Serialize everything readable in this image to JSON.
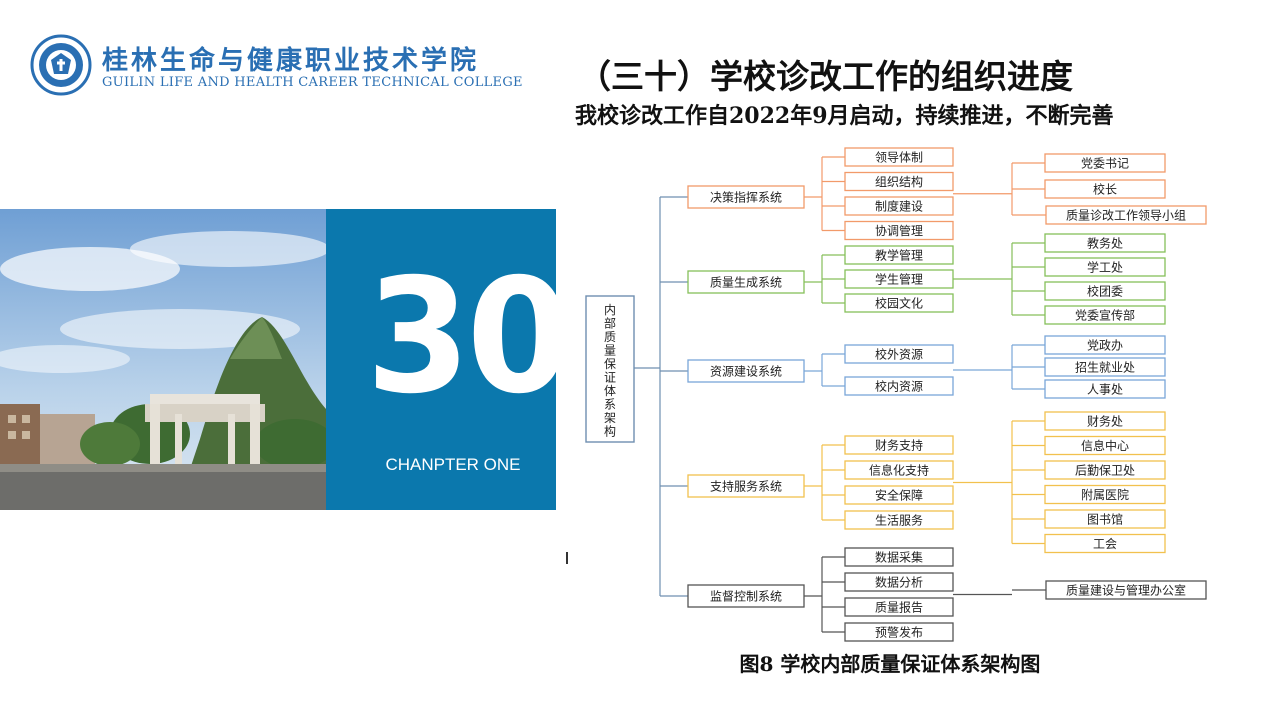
{
  "header": {
    "logo_cn": "桂林生命与健康职业技术学院",
    "logo_en": "GUILIN LIFE AND HEALTH CAREER TECHNICAL COLLEGE",
    "title": "（三十）学校诊改工作的组织进度",
    "subtitle": "我校诊改工作自2022年9月启动，持续推进，不断完善"
  },
  "panel": {
    "number": "30",
    "chapter": "CHANPTER ONE"
  },
  "diagram": {
    "root": "内部质量保证体系架构",
    "branches": [
      {
        "label": "决策指挥系统",
        "color": "#f29a6a",
        "middle": [
          "领导体制",
          "组织结构",
          "制度建设",
          "协调管理"
        ],
        "right": [
          "党委书记",
          "校长",
          "质量诊改工作领导小组"
        ]
      },
      {
        "label": "质量生成系统",
        "color": "#86bf5a",
        "middle": [
          "教学管理",
          "学生管理",
          "校园文化"
        ],
        "right": [
          "教务处",
          "学工处",
          "校团委",
          "党委宣传部"
        ]
      },
      {
        "label": "资源建设系统",
        "color": "#7aa6d8",
        "middle": [
          "校外资源",
          "校内资源"
        ],
        "right": [
          "党政办",
          "招生就业处",
          "人事处"
        ]
      },
      {
        "label": "支持服务系统",
        "color": "#f2c14e",
        "middle": [
          "财务支持",
          "信息化支持",
          "安全保障",
          "生活服务"
        ],
        "right": [
          "财务处",
          "信息中心",
          "后勤保卫处",
          "附属医院",
          "图书馆",
          "工会"
        ]
      },
      {
        "label": "监督控制系统",
        "color": "#555555",
        "middle": [
          "数据采集",
          "数据分析",
          "质量报告",
          "预警发布"
        ],
        "right": [
          "质量建设与管理办公室"
        ]
      }
    ],
    "caption": "图8 学校内部质量保证体系架构图"
  },
  "colors": {
    "brand_blue": "#0b78ad",
    "logo_blue": "#2a6fb3"
  },
  "icons": {
    "logo": "college-emblem-icon"
  }
}
